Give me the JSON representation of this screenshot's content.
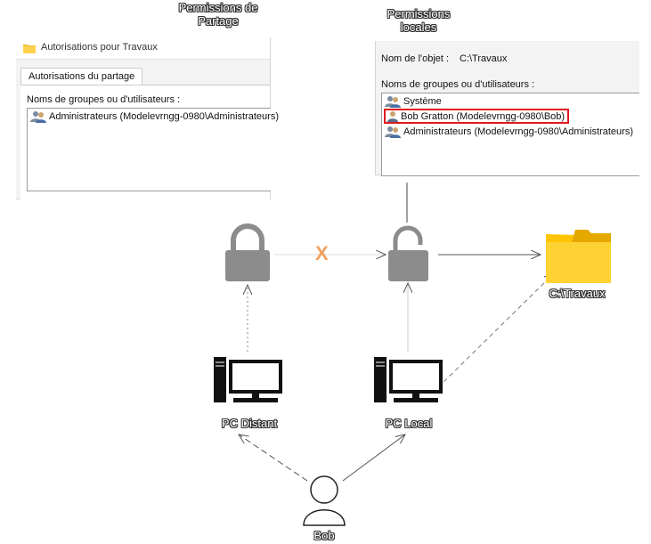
{
  "share_panel": {
    "heading": "Permissions de\nPartage",
    "window_title": "Autorisations pour Travaux",
    "tab": "Autorisations du partage",
    "list_label": "Noms de groupes ou d'utilisateurs :",
    "entries": [
      "Administrateurs (Modelevrngg-0980\\Administrateurs)"
    ]
  },
  "local_panel": {
    "heading": "Permissions\nlocales",
    "object_label": "Nom de l'objet :",
    "object_value": "C:\\Travaux",
    "list_label": "Noms de groupes ou d'utilisateurs :",
    "entries": [
      {
        "label": "Système",
        "icon": "users-icon",
        "highlighted": false
      },
      {
        "label": "Bob Gratton (Modelevrngg-0980\\Bob)",
        "icon": "user-icon",
        "highlighted": true
      },
      {
        "label": "Administrateurs (Modelevrngg-0980\\Administrateurs)",
        "icon": "users-icon",
        "highlighted": false
      }
    ]
  },
  "diagram": {
    "blocked_mark": "X",
    "folder_label": "C:\\Travaux",
    "pc_remote_label": "PC Distant",
    "pc_local_label": "PC Local",
    "user_label": "Bob",
    "colors": {
      "lock": "#8c8c8c",
      "folder": "#ffc400",
      "folder_tab": "#e5a800",
      "blocked": "#f0a060",
      "highlight": "#e0181e"
    }
  }
}
